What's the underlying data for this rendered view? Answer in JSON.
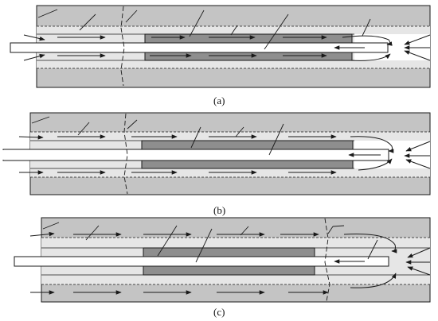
{
  "panels": [
    {
      "label": "(a)"
    },
    {
      "label": "(b)"
    },
    {
      "label": "(c)"
    }
  ],
  "colors": {
    "formation": "#c4c4c4",
    "annulus": "#e6e6e6",
    "packer": "#8e8e8e",
    "tubing": "#ffffff",
    "line": "#1a1a1a"
  }
}
